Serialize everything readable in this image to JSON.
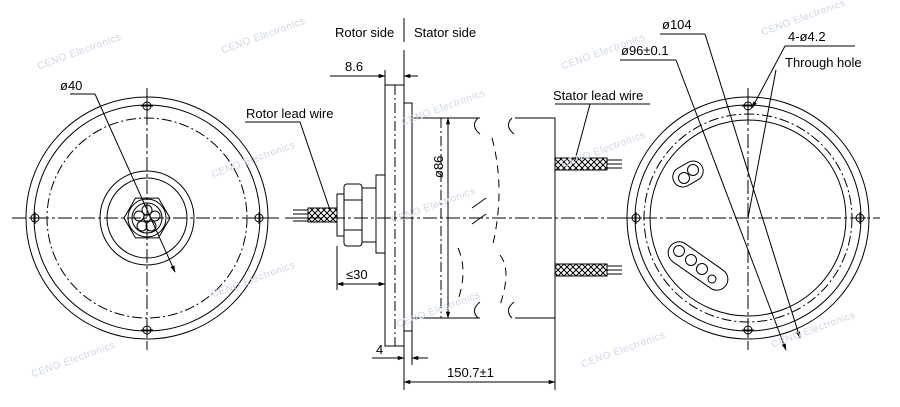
{
  "labels": {
    "rotor_side": "Rotor side",
    "stator_side": "Stator side",
    "dim_8_6": "8.6",
    "rotor_lead_wire": "Rotor lead wire",
    "dia_40": "ø40",
    "dia_86": "ø86",
    "dim_30": "≤30",
    "dim_4": "4",
    "dim_150_7": "150.7±1",
    "stator_lead_wire": "Stator lead wire",
    "dia_104": "ø104",
    "dia_96": "ø96±0.1",
    "holes": "4-ø4.2",
    "through_hole": "Through hole"
  },
  "watermark": "CENO Electronics"
}
